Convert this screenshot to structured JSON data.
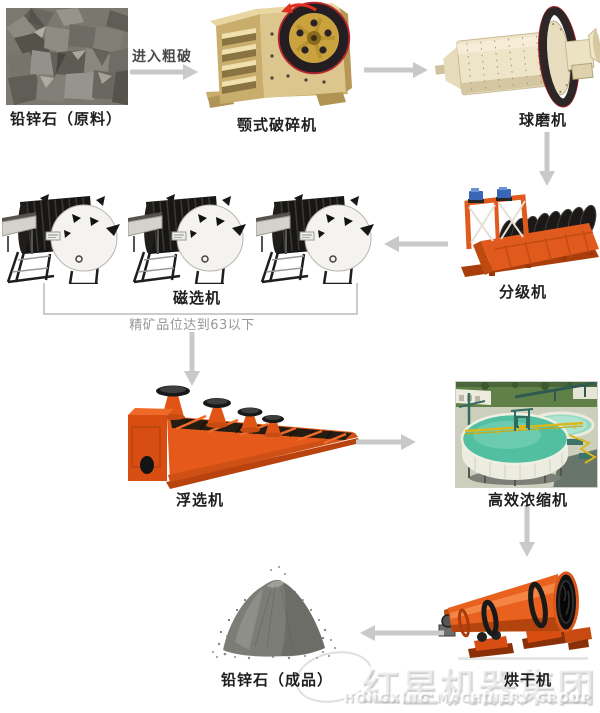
{
  "process_flow": {
    "feed_note": "进入粗破",
    "stages": {
      "raw_material": {
        "label": "铅锌石（原料）"
      },
      "jaw_crusher": {
        "label": "颚式破碎机"
      },
      "ball_mill": {
        "label": "球磨机"
      },
      "classifier": {
        "label": "分级机"
      },
      "magnetic_separator": {
        "label": "磁选机",
        "unit_count": 3,
        "grade_note": "精矿品位达到63以下"
      },
      "flotation_machine": {
        "label": "浮选机"
      },
      "thickener": {
        "label": "高效浓缩机"
      },
      "dryer": {
        "label": "烘干机"
      },
      "finished_product": {
        "label": "铅锌石（成品）"
      }
    },
    "sequence": [
      "raw_material",
      "jaw_crusher",
      "ball_mill",
      "classifier",
      "magnetic_separator",
      "flotation_machine",
      "thickener",
      "dryer",
      "finished_product"
    ]
  },
  "watermark": {
    "brand_cn": "红星机器集团",
    "brand_en": "HONGXING MACHINERY GROUP"
  },
  "colors": {
    "background": "#ffffff",
    "arrow": "#c9c9c9",
    "label_text": "#1f1f1f",
    "note_text": "#979797",
    "bracket_line": "#cccccc",
    "machine_orange": "#e55a1a",
    "machine_beige": "#d9c187",
    "machine_cream": "#ece3c8",
    "red_accent": "#d22c28",
    "water_teal": "#57c3a3"
  }
}
